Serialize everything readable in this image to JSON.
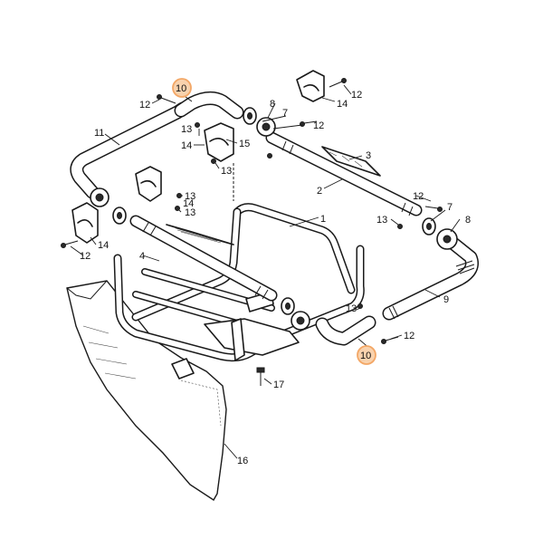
{
  "diagram": {
    "labels": {
      "l1": "1",
      "l2": "2",
      "l3": "3",
      "l4": "4",
      "l7a": "7",
      "l7b": "7",
      "l8a": "8",
      "l8b": "8",
      "l9": "9",
      "l10a": "10",
      "l10b": "10",
      "l11": "11",
      "l12a": "12",
      "l12b": "12",
      "l12c": "12",
      "l12d": "12",
      "l12e": "12",
      "l12f": "12",
      "l13a": "13",
      "l13b": "13",
      "l13c": "13",
      "l13d": "13",
      "l13e": "13",
      "l13f": "13",
      "l14a": "14",
      "l14b": "14",
      "l14c": "14",
      "l14d": "14",
      "l15": "15",
      "l16": "16",
      "l17": "17"
    },
    "highlight_color": "#f3a766",
    "highlight_fill": "#f9d2ad"
  }
}
